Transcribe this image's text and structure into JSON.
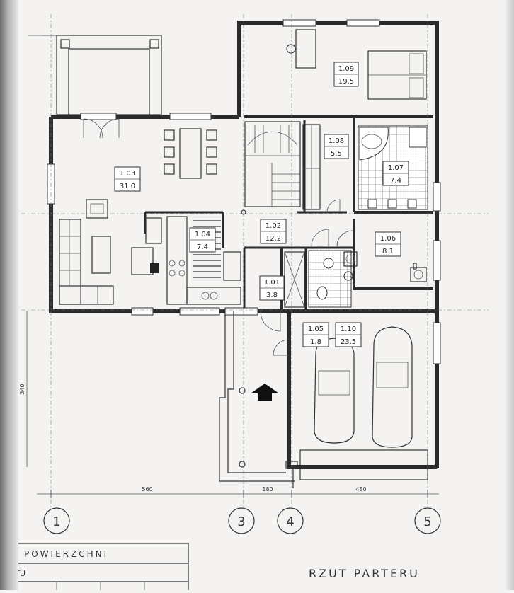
{
  "rooms": [
    {
      "id": "1.09",
      "area": "19.5"
    },
    {
      "id": "1.08",
      "area": "5.5"
    },
    {
      "id": "1.07",
      "area": "7.4"
    },
    {
      "id": "1.03",
      "area": "31.0"
    },
    {
      "id": "1.04",
      "area": "7.4"
    },
    {
      "id": "1.02",
      "area": "12.2"
    },
    {
      "id": "1.06",
      "area": "8.1"
    },
    {
      "id": "1.01",
      "area": "3.8"
    },
    {
      "id": "1.05",
      "area": "1.8"
    },
    {
      "id": "1.10",
      "area": "23.5"
    }
  ],
  "dimensions": [
    "560",
    "180",
    "480",
    "340"
  ],
  "axes": [
    "1",
    "3",
    "4",
    "5"
  ],
  "title": "RZUT PARTERU",
  "table": {
    "header": "POWIERZCHNI",
    "row2": "EKTU"
  }
}
